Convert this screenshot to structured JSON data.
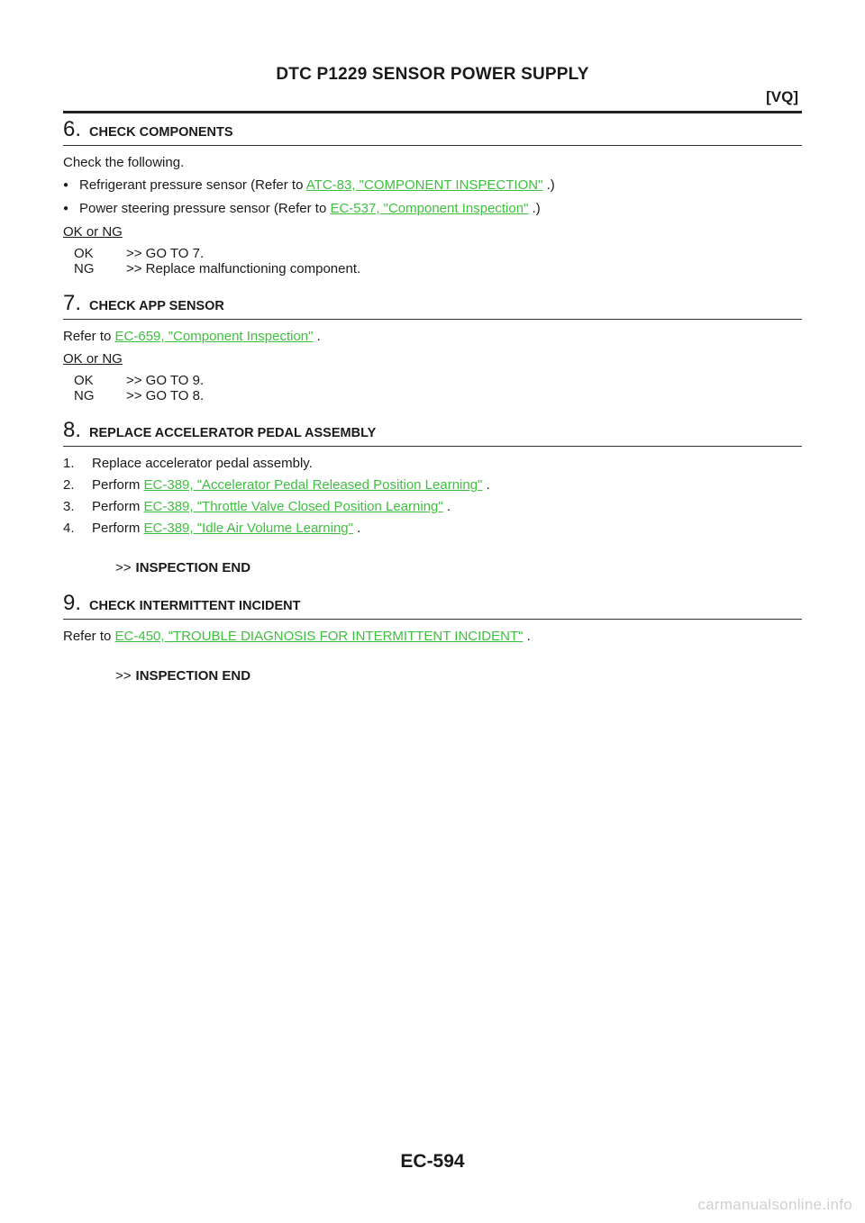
{
  "header": {
    "title": "DTC P1229 SENSOR POWER SUPPLY",
    "model": "[VQ]"
  },
  "steps": [
    {
      "number": "6",
      "title": "CHECK COMPONENTS",
      "intro": "Check the following.",
      "bullets": [
        {
          "before": "Refrigerant pressure sensor (Refer to ",
          "link": "ATC-83, \"COMPONENT INSPECTION\"",
          "after": " .)"
        },
        {
          "before": "Power steering pressure sensor (Refer to ",
          "link": "EC-537, \"Component Inspection\"",
          "after": " .)"
        }
      ],
      "okng_label": "OK or NG",
      "results": [
        {
          "code": "OK",
          "text": ">> GO TO 7."
        },
        {
          "code": "NG",
          "text": ">> Replace malfunctioning component."
        }
      ]
    },
    {
      "number": "7",
      "title": "CHECK APP SENSOR",
      "refer": {
        "before": "Refer to ",
        "link": "EC-659, \"Component Inspection\"",
        "after": " ."
      },
      "okng_label": "OK or NG",
      "results": [
        {
          "code": "OK",
          "text": ">> GO TO 9."
        },
        {
          "code": "NG",
          "text": ">> GO TO 8."
        }
      ]
    },
    {
      "number": "8",
      "title": "REPLACE ACCELERATOR PEDAL ASSEMBLY",
      "items": [
        {
          "num": "1.",
          "before": "Replace accelerator pedal assembly.",
          "link": "",
          "after": ""
        },
        {
          "num": "2.",
          "before": "Perform ",
          "link": "EC-389, \"Accelerator Pedal Released Position Learning\"",
          "after": " ."
        },
        {
          "num": "3.",
          "before": "Perform ",
          "link": "EC-389, \"Throttle Valve Closed Position Learning\"",
          "after": " ."
        },
        {
          "num": "4.",
          "before": "Perform ",
          "link": "EC-389, \"Idle Air Volume Learning\"",
          "after": " ."
        }
      ],
      "end": {
        "arrow": ">>",
        "text": "INSPECTION END"
      }
    },
    {
      "number": "9",
      "title": "CHECK INTERMITTENT INCIDENT",
      "refer": {
        "before": "Refer to ",
        "link": "EC-450, \"TROUBLE DIAGNOSIS FOR INTERMITTENT INCIDENT\"",
        "after": " ."
      },
      "end": {
        "arrow": ">>",
        "text": "INSPECTION END"
      }
    }
  ],
  "footer": {
    "page_number": "EC-594",
    "watermark": "carmanualsonline.info"
  },
  "colors": {
    "link": "#3fbf3f",
    "text": "#1a1a1a",
    "watermark": "#d0d0d0"
  }
}
